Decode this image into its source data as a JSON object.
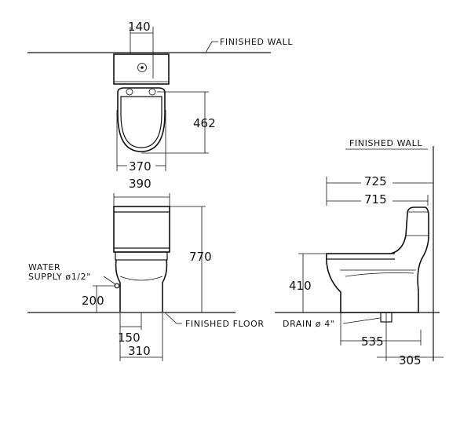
{
  "labels": {
    "finished_wall_top": "FINISHED WALL",
    "finished_wall_side": "FINISHED WALL",
    "finished_floor": "FINISHED FLOOR",
    "water_supply_line1": "WATER",
    "water_supply_line2": "SUPPLY ø1/2\"",
    "drain": "DRAIN ø 4\""
  },
  "dimensions": {
    "top_wall_to_outlet": "140",
    "top_depth": "462",
    "top_width": "370",
    "front_tank_width": "390",
    "front_height": "770",
    "front_supply_height": "200",
    "front_supply_offset": "150",
    "front_base_width": "310",
    "side_overall_length": "725",
    "side_tank_length": "715",
    "side_seat_height": "410",
    "side_drain_to_front": "535",
    "side_wall_to_drain": "305"
  }
}
